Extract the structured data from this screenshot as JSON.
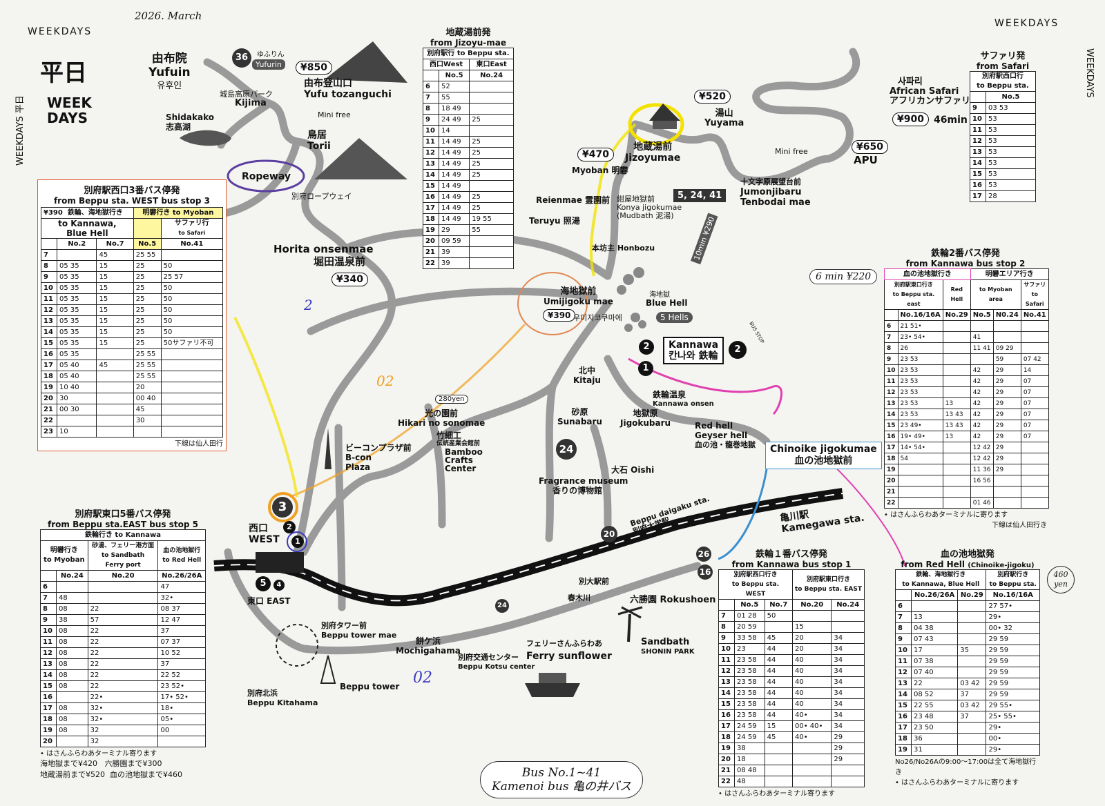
{
  "header": {
    "date": "2026. March",
    "weekdays_left": "WEEKDAYS",
    "weekdays_right": "WEEKDAYS",
    "heijitsu": "平日",
    "week_days": "WEEK DAYS",
    "side_weekdays": "WEEKDAYS 平日",
    "side_right": "WEEKDAYS"
  },
  "places": {
    "yufuin": {
      "jp": "由布院",
      "en": "Yufuin",
      "kr": "유후인"
    },
    "bus36": "36",
    "yufurin": "Yufurin",
    "yufurin_jp": "ゆふりん",
    "kijima_jp": "城島高原パーク",
    "kijima": "Kijima",
    "shidakako": "Shidakako",
    "shidakako_jp": "志高湖",
    "torii": {
      "jp": "鳥居",
      "en": "Torii"
    },
    "yufu_tozanguchi": {
      "jp": "由布登山口",
      "en": "Yufu tozanguchi"
    },
    "mini_free_1": "Mini free",
    "ropeway": "Ropeway",
    "ropeway_jp": "別府ロープウェイ",
    "horita": {
      "en": "Horita onsenmae",
      "jp": "堀田温泉前"
    },
    "jizoyumae": {
      "jp": "地蔵湯前",
      "en": "Jizoyumae"
    },
    "yuyama": {
      "jp": "湯山",
      "en": "Yuyama"
    },
    "safari": {
      "kr": "사파리",
      "en": "African Safari",
      "jp": "アフリカンサファリ"
    },
    "safari_time": "46min",
    "mini_free_2": "Mini free",
    "apu": "APU",
    "jumonjibaru": {
      "jp": "十文字原展望台前",
      "en1": "Jumonjibaru",
      "en2": "Tenbodai mae"
    },
    "myoban": "Myoban 明礬",
    "reienmae": "Reienmae 霊園前",
    "teruyu": "Teruyu 照湯",
    "konya": {
      "jp": "紺屋地獄前",
      "en": "Konya jigokumae",
      "sub": "(Mudbath 泥湯)"
    },
    "honbozu": "本坊主 Honbozu",
    "bus_5_24_41": "5, 24, 41",
    "ten_min": "10min",
    "ten_min_fare": "¥290",
    "umijigoku": {
      "jp": "海地獄前",
      "en": "Umijigoku mae",
      "kr": "우미지코쿠마에"
    },
    "blue_hell": "Blue Hell",
    "blue_hell_jp": "海地獄",
    "five_hells": "5 Hells",
    "kannawa": {
      "en": "Kannawa",
      "kr": "칸나와",
      "jp": "鉄輪"
    },
    "bus_stop": "BUS STOP",
    "kitaju": {
      "jp": "北中",
      "en": "Kitaju"
    },
    "kannawa_onsen": {
      "jp": "鉄輪温泉",
      "en": "Kannawa onsen"
    },
    "sunabaru": {
      "jp": "砂原",
      "en": "Sunabaru"
    },
    "jigokubaru": {
      "jp": "地獄原",
      "en": "Jigokubaru"
    },
    "hikari": {
      "jp": "光の園前",
      "en": "Hikari no sonomae"
    },
    "hikari_fare": "280yen",
    "bamboo": {
      "jp1": "竹細工",
      "jp2": "伝統産業会館前",
      "en1": "Bamboo",
      "en2": "Crafts",
      "en3": "Center"
    },
    "bcon": {
      "jp": "ビーコンプラザ前",
      "en1": "B-con",
      "en2": "Plaza"
    },
    "red_hell": {
      "en1": "Red hell",
      "en2": "Geyser hell",
      "jp": "血の池・龍巻地獄"
    },
    "chinoike": {
      "en": "Chinoike jigokumae",
      "jp": "血の池地獄前"
    },
    "oishi": "大石 Oishi",
    "fragrance": {
      "en": "Fragrance museum",
      "jp": "香りの博物館"
    },
    "beppu_daigaku": {
      "en": "Beppu daigaku sta.",
      "jp": "別府大学駅"
    },
    "kamegawa": {
      "jp": "亀川駅",
      "en": "Kamegawa sta."
    },
    "nishiguchi": {
      "jp": "西口",
      "en": "WEST"
    },
    "higashiguchi": "東口 EAST",
    "beppu_tower_mae": {
      "jp": "別府タワー前",
      "en": "Beppu tower mae"
    },
    "mochigahama": {
      "jp": "餅ケ浜",
      "en": "Mochigahama"
    },
    "beppu_kotsu": {
      "jp": "別府交通センター",
      "en": "Beppu Kotsu center"
    },
    "ferry": {
      "jp": "フェリーさんふらわあ",
      "en": "Ferry sunflower"
    },
    "kitahama": {
      "jp": "別府北浜",
      "en": "Beppu Kitahama"
    },
    "beppu_tower": "Beppu tower",
    "beppu_sta_mae": "別大駅前",
    "harukigawa": "春木川",
    "rokushoen": "六勝園 Rokushoen",
    "sandbath": "Sandbath",
    "shonin_park": "SHONIN PARK",
    "bus_title_1": "Bus No.1~41",
    "bus_title_2": "Kamenoi bus 亀の井バス",
    "road_24": "24",
    "road_20": "20",
    "road_26": "26",
    "road_16": "16",
    "stop_3": "3",
    "stop_2": "2",
    "stop_1": "1",
    "stop_5": "5",
    "stop_4": "4",
    "hand_02": "02",
    "hand_2": "2"
  },
  "fares": {
    "yufu": "¥850",
    "jizoyu": "¥520",
    "jizoyu_470": "¥470",
    "safari": "¥900",
    "apu": "¥650",
    "horita": "¥340",
    "umijigoku": "¥390",
    "red_hell_460": "460 yen",
    "kannawa2_note": "6 min ¥220"
  },
  "west3": {
    "title_jp": "別府駅西口3番バス停発",
    "title_en": "from Beppu sta. WEST bus stop 3",
    "fare": "¥390",
    "dest_jp": "鉄輪、海地獄行き",
    "dest_en1": "to Kannawa,",
    "dest_en2": "Blue Hell",
    "myoban_h": "明礬行き to Myoban",
    "safari_h": "サファリ行",
    "safari_h2": "to Safari",
    "cols": [
      "No.2",
      "No.7",
      "No.5",
      "No.41"
    ],
    "rows": [
      [
        "7",
        "",
        "45",
        "25 55",
        ""
      ],
      [
        "8",
        "05 35",
        "15",
        "25",
        "50"
      ],
      [
        "9",
        "05 35",
        "15",
        "25",
        "25 57"
      ],
      [
        "10",
        "05 35",
        "15",
        "25",
        "50"
      ],
      [
        "11",
        "05 35",
        "15",
        "25",
        "50"
      ],
      [
        "12",
        "05 35",
        "15",
        "25",
        "50"
      ],
      [
        "13",
        "05 35",
        "15",
        "25",
        "50"
      ],
      [
        "14",
        "05 35",
        "15",
        "25",
        "50"
      ],
      [
        "15",
        "05 35",
        "15",
        "25",
        "50サファリ不可"
      ],
      [
        "16",
        "05 35",
        "",
        "25 55",
        ""
      ],
      [
        "17",
        "05 40",
        "45",
        "25 55",
        ""
      ],
      [
        "18",
        "05 40",
        "",
        "25 55",
        ""
      ],
      [
        "19",
        "10 40",
        "",
        "20",
        ""
      ],
      [
        "20",
        "30",
        "",
        "00 40",
        ""
      ],
      [
        "21",
        "00 30",
        "",
        "45",
        ""
      ],
      [
        "22",
        "",
        "",
        "30",
        ""
      ],
      [
        "23",
        "10",
        "",
        "",
        ""
      ]
    ],
    "note": "下線は仙人田行"
  },
  "east5": {
    "title_jp": "別府駅東口5番バス停発",
    "title_en": "from Beppu sta.EAST bus stop 5",
    "kannawa_h": "鉄輪行き to Kannawa",
    "myoban_h": "明礬行き",
    "myoban_h2": "to Myoban",
    "sandbath_h": "砂湯、フェリー港方面",
    "sandbath_h2": "to Sandbath",
    "sandbath_h3": "Ferry port",
    "redhell_h": "血の池地獄行",
    "redhell_h2": "to Red Hell",
    "cols": [
      "No.24",
      "No.20",
      "No.26/26A"
    ],
    "rows": [
      [
        "6",
        "",
        "",
        "47"
      ],
      [
        "7",
        "48",
        "",
        "32•"
      ],
      [
        "8",
        "08",
        "22",
        "08 37"
      ],
      [
        "9",
        "38",
        "57",
        "12 47"
      ],
      [
        "10",
        "08",
        "22",
        "37"
      ],
      [
        "11",
        "08",
        "22",
        "07 37"
      ],
      [
        "12",
        "08",
        "22",
        "10 52"
      ],
      [
        "13",
        "08",
        "22",
        "37"
      ],
      [
        "14",
        "08",
        "22",
        "22 52"
      ],
      [
        "15",
        "08",
        "22",
        "23 52•"
      ],
      [
        "16",
        "",
        "22•",
        "17• 52•"
      ],
      [
        "17",
        "08",
        "32•",
        "18•"
      ],
      [
        "18",
        "08",
        "32•",
        "05•"
      ],
      [
        "19",
        "08",
        "32",
        "00"
      ],
      [
        "20",
        "",
        "32",
        ""
      ]
    ],
    "note": "• はさんふらわあターミナル寄ります",
    "fare1": "海地獄まで¥420",
    "fare2": "六勝園まで¥300",
    "fare3": "地蔵湯前まで¥520",
    "fare4": "血の池地獄まで¥460"
  },
  "jizoyu": {
    "title_jp": "地蔵湯前発",
    "title_en": "from Jizoyu-mae",
    "dest": "別府駅行 to Beppu sta.",
    "west_h": "西口West",
    "east_h": "東口East",
    "cols": [
      "No.5",
      "No.24"
    ],
    "rows": [
      [
        "6",
        "52",
        ""
      ],
      [
        "7",
        "55",
        ""
      ],
      [
        "8",
        "18 49",
        ""
      ],
      [
        "9",
        "24 49",
        "25"
      ],
      [
        "10",
        "14",
        ""
      ],
      [
        "11",
        "14 49",
        "25"
      ],
      [
        "12",
        "14 49",
        "25"
      ],
      [
        "13",
        "14 49",
        "25"
      ],
      [
        "14",
        "14 49",
        "25"
      ],
      [
        "15",
        "14 49",
        ""
      ],
      [
        "16",
        "14 49",
        "25"
      ],
      [
        "17",
        "14 49",
        "25"
      ],
      [
        "18",
        "14 49",
        "19 55"
      ],
      [
        "19",
        "29",
        "55"
      ],
      [
        "20",
        "09 59",
        ""
      ],
      [
        "21",
        "39",
        ""
      ],
      [
        "22",
        "39",
        ""
      ]
    ]
  },
  "safari_tt": {
    "title_jp": "サファリ発",
    "title_en": "from Safari",
    "dest_jp": "別府駅西口行",
    "dest_en": "to Beppu sta.",
    "col": "No.5",
    "rows": [
      [
        "9",
        "03 53"
      ],
      [
        "10",
        "53"
      ],
      [
        "11",
        "53"
      ],
      [
        "12",
        "53"
      ],
      [
        "13",
        "53"
      ],
      [
        "14",
        "53"
      ],
      [
        "15",
        "53"
      ],
      [
        "16",
        "53"
      ],
      [
        "17",
        "28"
      ]
    ]
  },
  "kannawa2": {
    "title_jp": "鉄輪2番バス停発",
    "title_en": "from Kannawa bus stop 2",
    "chinoike_h": "血の池地獄行き",
    "chinoike_h2": "to",
    "beppu_east_h": "別府駅東口行き",
    "beppu_east_h2": "to Beppu sta. east",
    "redhell_h": "Red Hell",
    "myoban_h": "明礬エリア行き",
    "myoban_h2": "to Myoban area",
    "safari_h": "サファリ",
    "safari_h2": "to Safari",
    "cols": [
      "No.16/16A",
      "No.29",
      "No.5",
      "N0.24",
      "No.41"
    ],
    "rows": [
      [
        "6",
        "21 51•",
        "",
        "",
        "",
        ""
      ],
      [
        "7",
        "23• 54•",
        "",
        "41",
        "",
        ""
      ],
      [
        "8",
        "26",
        "",
        "11 41",
        "09 29",
        ""
      ],
      [
        "9",
        "23 53",
        "",
        "",
        "59",
        "07 42"
      ],
      [
        "10",
        "23 53",
        "",
        "42",
        "29",
        "14"
      ],
      [
        "11",
        "23 53",
        "",
        "42",
        "29",
        "07"
      ],
      [
        "12",
        "23 53",
        "",
        "42",
        "29",
        "07"
      ],
      [
        "13",
        "23 53",
        "13",
        "42",
        "29",
        "07"
      ],
      [
        "14",
        "23 53",
        "13 43",
        "42",
        "29",
        "07"
      ],
      [
        "15",
        "23 49•",
        "13 43",
        "42",
        "29",
        "07"
      ],
      [
        "16",
        "19• 49•",
        "13",
        "42",
        "29",
        "07"
      ],
      [
        "17",
        "14• 54•",
        "",
        "12 42",
        "29",
        ""
      ],
      [
        "18",
        "54",
        "",
        "12 42",
        "29",
        ""
      ],
      [
        "19",
        "",
        "",
        "11 36",
        "29",
        ""
      ],
      [
        "20",
        "",
        "",
        "16 56",
        "",
        ""
      ],
      [
        "21",
        "",
        "",
        "",
        "",
        ""
      ],
      [
        "22",
        "",
        "",
        "01 46",
        "",
        ""
      ]
    ],
    "note1": "• はさんふらわあターミナルに寄ります",
    "note2": "下線は仙人田行き"
  },
  "kannawa1": {
    "title_jp": "鉄輪１番バス停発",
    "title_en": "from Kannawa bus stop 1",
    "west_h": "別府駅西口行き",
    "west_h2": "to Beppu sta. WEST",
    "east_h": "別府駅東口行き",
    "east_h2": "to Beppu sta. EAST",
    "cols": [
      "No.5",
      "No.7",
      "No.20",
      "No.24"
    ],
    "rows": [
      [
        "7",
        "01 28",
        "50",
        "",
        ""
      ],
      [
        "8",
        "20 59",
        "",
        "15",
        ""
      ],
      [
        "9",
        "33 58",
        "45",
        "20",
        "34"
      ],
      [
        "10",
        "23",
        "44",
        "20",
        "34"
      ],
      [
        "11",
        "23 58",
        "44",
        "40",
        "34"
      ],
      [
        "12",
        "23 58",
        "44",
        "40",
        "34"
      ],
      [
        "13",
        "23 58",
        "44",
        "40",
        "34"
      ],
      [
        "14",
        "23 58",
        "44",
        "40",
        "34"
      ],
      [
        "15",
        "23 58",
        "44",
        "40",
        "34"
      ],
      [
        "16",
        "23 58",
        "44",
        "40•",
        "34"
      ],
      [
        "17",
        "24 59",
        "15",
        "00• 40•",
        "34"
      ],
      [
        "18",
        "24 59",
        "45",
        "40•",
        "29"
      ],
      [
        "19",
        "38",
        "",
        "",
        "29"
      ],
      [
        "20",
        "18",
        "",
        "",
        "29"
      ],
      [
        "21",
        "08 48",
        "",
        "",
        ""
      ],
      [
        "22",
        "48",
        "",
        "",
        ""
      ]
    ],
    "note": "• はさんふらわあターミナル寄ります"
  },
  "redhell_tt": {
    "title_jp": "血の池地獄発",
    "title_en": "from Red Hell",
    "title_sub": "(Chinoike-jigoku)",
    "kannawa_h": "鉄輪、海地獄行き",
    "kannawa_h2": "to Kannawa, Blue Hell",
    "beppu_h": "別府駅行き",
    "beppu_h2": "to Beppu sta.",
    "cols": [
      "No.26/26A",
      "No.29",
      "No.16/16A"
    ],
    "rows": [
      [
        "6",
        "",
        "",
        "27 57•"
      ],
      [
        "7",
        "13",
        "",
        "29•"
      ],
      [
        "8",
        "04 38",
        "",
        "00• 32"
      ],
      [
        "9",
        "07 43",
        "",
        "29 59"
      ],
      [
        "10",
        "17",
        "35",
        "29 59"
      ],
      [
        "11",
        "07 38",
        "",
        "29 59"
      ],
      [
        "12",
        "07 40",
        "",
        "29 59"
      ],
      [
        "13",
        "22",
        "03 42",
        "29 59"
      ],
      [
        "14",
        "08 52",
        "37",
        "29 59"
      ],
      [
        "15",
        "22 55",
        "03 42",
        "29 55•"
      ],
      [
        "16",
        "23 48",
        "37",
        "25• 55•"
      ],
      [
        "17",
        "23 50",
        "",
        "29•"
      ],
      [
        "18",
        "36",
        "",
        "00•"
      ],
      [
        "19",
        "31",
        "",
        "29•"
      ]
    ],
    "note1": "No26/No26Aの9:00～17:00は全て海地獄行き",
    "note2": "• はさんふらわあターミナルに寄ります"
  }
}
